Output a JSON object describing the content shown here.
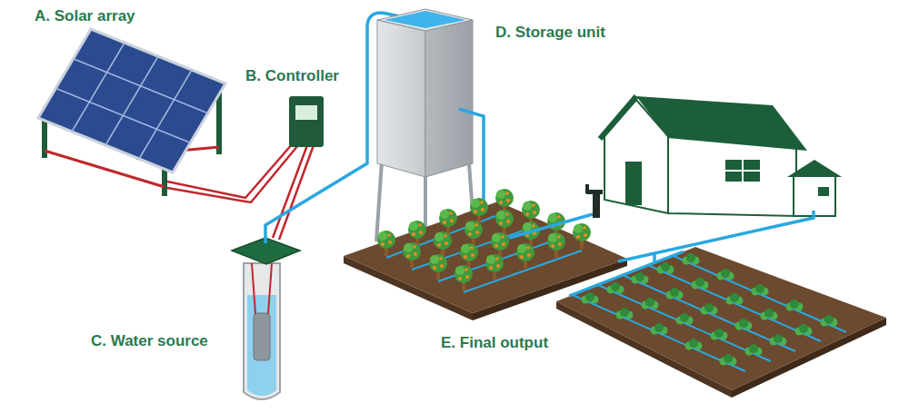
{
  "diagram": {
    "labels": [
      "A. Solar array",
      "B. Controller",
      "C. Water source",
      "D. Storage unit",
      "E. Final output"
    ]
  }
}
